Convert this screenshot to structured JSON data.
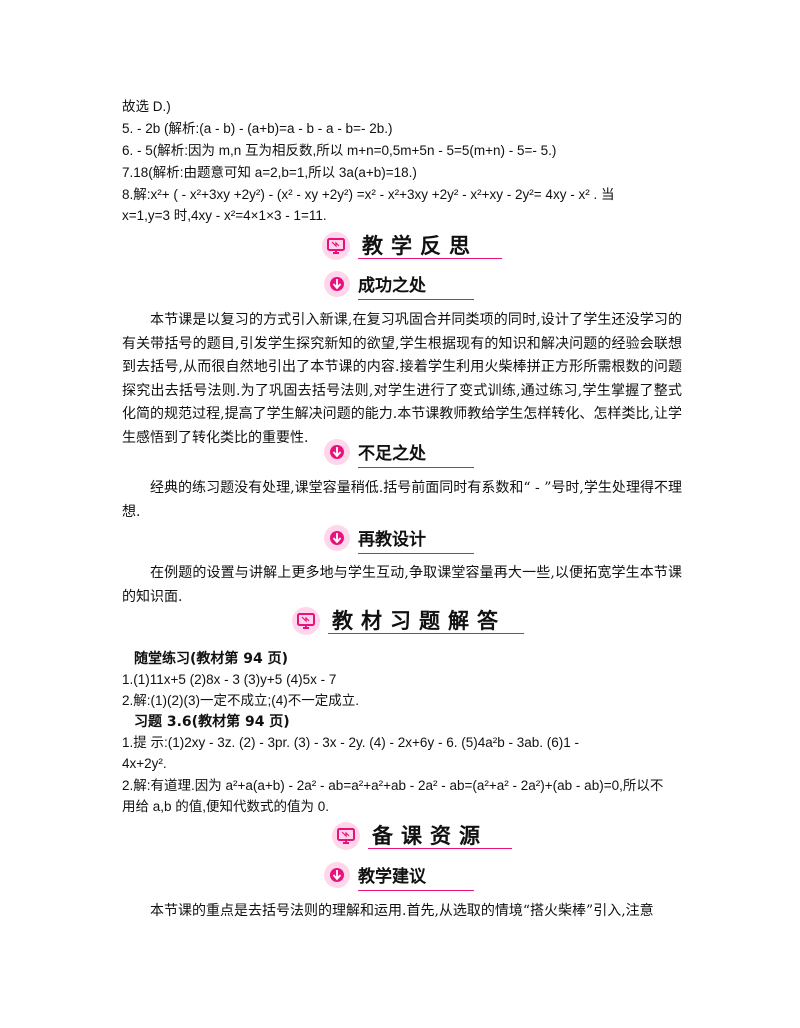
{
  "top_lines": [
    "故选 D.)",
    "5. - 2b (解析:(a - b) - (a+b)=a - b - a - b=- 2b.)",
    "6. - 5(解析:因为 m,n 互为相反数,所以 m+n=0,5m+5n - 5=5(m+n) - 5=- 5.)",
    "7.18(解析:由题意可知 a=2,b=1,所以 3a(a+b)=18.)",
    "8.解:x²+ ( - x²+3xy +2y²) - (x² - xy +2y²) =x² - x²+3xy +2y² - x²+xy - 2y²= 4xy - x² . 当",
    "x=1,y=3 时,4xy - x²=4×1×3 - 1=11."
  ],
  "section_reflection": "教学反思",
  "sub_success": "成功之处",
  "success_text": "本节课是以复习的方式引入新课,在复习巩固合并同类项的同时,设计了学生还没学习的有关带括号的题目,引发学生探究新知的欲望,学生根据现有的知识和解决问题的经验会联想到去括号,从而很自然地引出了本节课的内容.接着学生利用火柴棒拼正方形所需根数的问题探究出去括号法则.为了巩固去括号法则,对学生进行了变式训练,通过练习,学生掌握了整式化简的规范过程,提高了学生解决问题的能力.本节课教师教给学生怎样转化、怎样类比,让学生感悟到了转化类比的重要性.",
  "sub_shortfall": "不足之处",
  "shortfall_text": "经典的练习题没有处理,课堂容量稍低.括号前面同时有系数和“ - ”号时,学生处理得不理想.",
  "sub_redesign": "再教设计",
  "redesign_text": "在例题的设置与讲解上更多地与学生互动,争取课堂容量再大一些,以便拓宽学生本节课的知识面.",
  "section_answers": "教材习题解答",
  "practice_heading": "随堂练习(教材第 94 页)",
  "practice_lines": [
    "1.(1)11x+5   (2)8x - 3   (3)y+5   (4)5x - 7",
    "2.解:(1)(2)(3)一定不成立;(4)不一定成立."
  ],
  "exercise_heading": "习题 3.6(教材第 94 页)",
  "exercise_lines": [
    "1.提 示:(1)2xy - 3z.   (2) - 3pr.   (3) - 3x - 2y.   (4) - 2x+6y - 6.   (5)4a²b - 3ab.   (6)1 -",
    "4x+2y².",
    "2.解:有道理.因为 a²+a(a+b) - 2a² - ab=a²+a²+ab - 2a² - ab=(a²+a² - 2a²)+(ab - ab)=0,所以不",
    "用给 a,b 的值,便知代数式的值为 0."
  ],
  "section_resources": "备课资源",
  "sub_suggestion": "教学建议",
  "suggestion_text": "本节课的重点是去括号法则的理解和运用.首先,从选取的情境“搭火柴棒”引入,注意",
  "colors": {
    "accent": "#e8127c",
    "icon_bg": "#ffd6ea"
  },
  "icons": {
    "section": "monitor-icon",
    "sub": "down-arrow-icon"
  }
}
